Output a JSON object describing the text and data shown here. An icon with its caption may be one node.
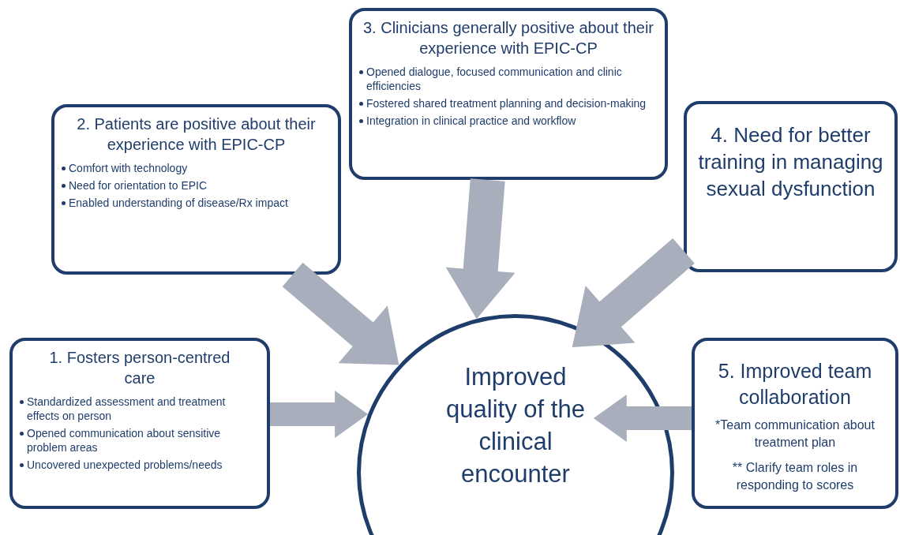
{
  "diagram": {
    "nodes": [
      {
        "text": [
          "1. Fosters person-centred care",
          "Standardized assessment and treatment effects on person",
          "Opened communication about sensitive problem areas",
          "Uncovered unexpected problems/needs"
        ]
      },
      {
        "text": [
          "2. Patients are positive about their experience with EPIC-CP",
          "Comfort with technology",
          "Need for orientation to EPIC",
          "Enabled understanding of disease/Rx impact"
        ]
      },
      {
        "text": [
          "3. Clinicians generally positive about their experience with EPIC-CP",
          "Opened dialogue, focused communication and clinic efficiencies",
          "Fostered shared treatment planning and decision-making",
          "Integration in clinical practice and workflow"
        ]
      },
      {
        "text": [
          "4. Need for better training in managing sexual dysfunction"
        ]
      },
      {
        "text": [
          "5. Improved team collaboration",
          "*Team communication about treatment plan",
          "** Clarify team roles in responding to scores"
        ]
      },
      {
        "text": [
          "Improved quality of the clinical encounter"
        ]
      }
    ],
    "edges": [
      {
        "from": 0,
        "to": 5,
        "arrow": "to"
      },
      {
        "from": 1,
        "to": 5,
        "arrow": "to"
      },
      {
        "from": 2,
        "to": 5,
        "arrow": "to"
      },
      {
        "from": 3,
        "to": 5,
        "arrow": "to"
      },
      {
        "from": 4,
        "to": 5,
        "arrow": "to"
      }
    ]
  }
}
